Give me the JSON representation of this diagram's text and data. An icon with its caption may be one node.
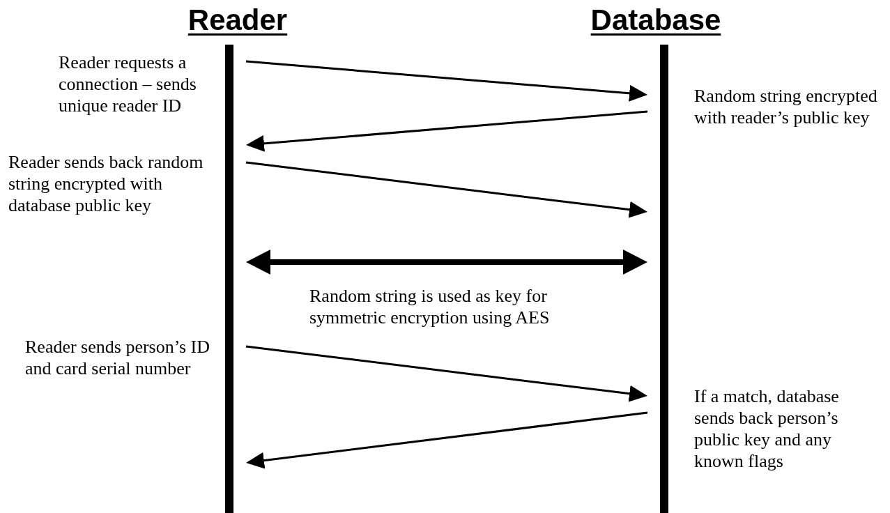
{
  "diagram": {
    "nodes": [
      {
        "text": [
          "Reader"
        ]
      },
      {
        "text": [
          "Database"
        ]
      }
    ],
    "edges": [
      {
        "from": 0,
        "to": 1,
        "arrow": "to",
        "label": "Reader requests a connection – sends unique reader ID"
      },
      {
        "from": 1,
        "to": 0,
        "arrow": "to",
        "label": "Random string encrypted with reader’s public key"
      },
      {
        "from": 0,
        "to": 1,
        "arrow": "to",
        "label": "Reader sends back random string encrypted with database public key"
      },
      {
        "from": 0,
        "to": 1,
        "arrow": "both",
        "style": "thick",
        "label": "Random string is used as key for symmetric encryption using AES"
      },
      {
        "from": 0,
        "to": 1,
        "arrow": "to",
        "label": "Reader sends person’s ID and card serial number"
      },
      {
        "from": 1,
        "to": 0,
        "arrow": "to",
        "label": "If a match, database sends back person’s public key and any known flags"
      }
    ]
  }
}
